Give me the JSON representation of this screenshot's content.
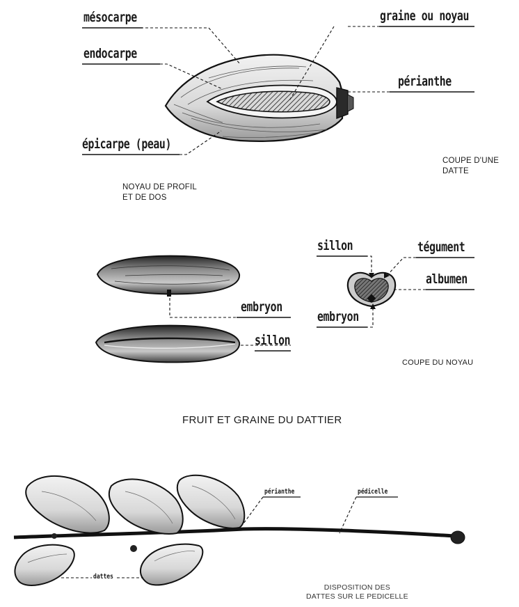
{
  "date_section": {
    "labels": {
      "mesocarpe": "mésocarpe",
      "endocarpe": "endocarpe",
      "epicarpe": "épicarpe (peau)",
      "graine": "graine ou noyau",
      "perianthe": "périanthe"
    },
    "caption_coupe_line1": "COUPE D'UNE",
    "caption_coupe_line2": "DATTE",
    "caption_noyau_line1": "NOYAU DE PROFIL",
    "caption_noyau_line2": "ET DE DOS"
  },
  "seed_section": {
    "labels": {
      "embryon_left": "embryon",
      "sillon_left": "sillon",
      "sillon_right": "sillon",
      "tegument": "tégument",
      "albumen": "albumen",
      "embryon_right": "embryon"
    },
    "caption_coupe_noyau": "COUPE DU NOYAU"
  },
  "title": "FRUIT ET GRAINE DU DATTIER",
  "branch_section": {
    "labels": {
      "perianthe": "périanthe",
      "pedicelle": "pédicelle",
      "dattes": "dattes"
    },
    "caption_line1": "DISPOSITION DES",
    "caption_line2": "DATTES SUR LE PEDICELLE"
  }
}
